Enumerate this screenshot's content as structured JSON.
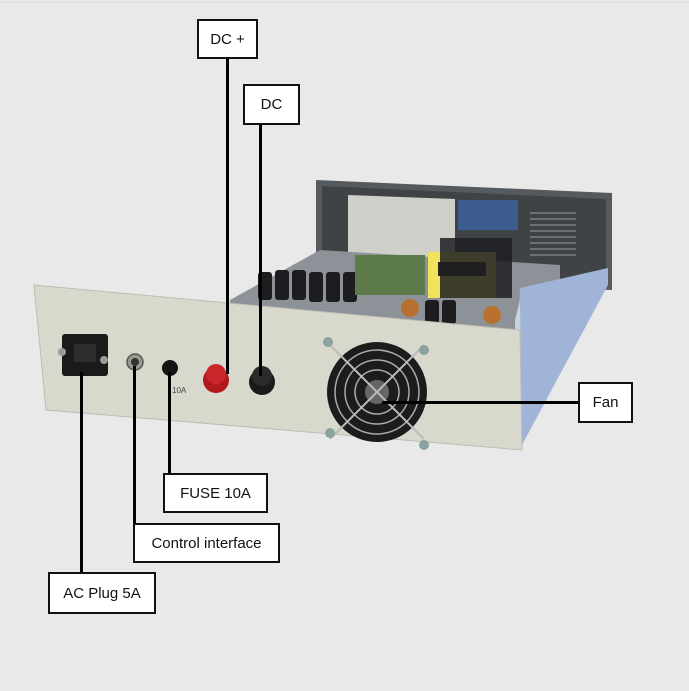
{
  "diagram": {
    "subject": "Power supply rear panel with open chassis",
    "background_color": "#e9e9e9",
    "callouts": [
      {
        "id": "dc-plus",
        "label": "DC +"
      },
      {
        "id": "dc-minus",
        "label": "DC"
      },
      {
        "id": "fan",
        "label": "Fan"
      },
      {
        "id": "fuse",
        "label": "FUSE 10A"
      },
      {
        "id": "control",
        "label": "Control interface"
      },
      {
        "id": "ac-plug",
        "label": "AC Plug 5A"
      }
    ],
    "panel_markings": {
      "fuse_rating": "10A"
    },
    "colors": {
      "panel": "#d8d8cc",
      "dc_plus_terminal": "#b0181c",
      "dc_minus_terminal": "#1a1a1a",
      "chassis_rail": "#9fb4d6",
      "transformer": "#f2e15a",
      "rear_panel": "#555a5e"
    }
  }
}
